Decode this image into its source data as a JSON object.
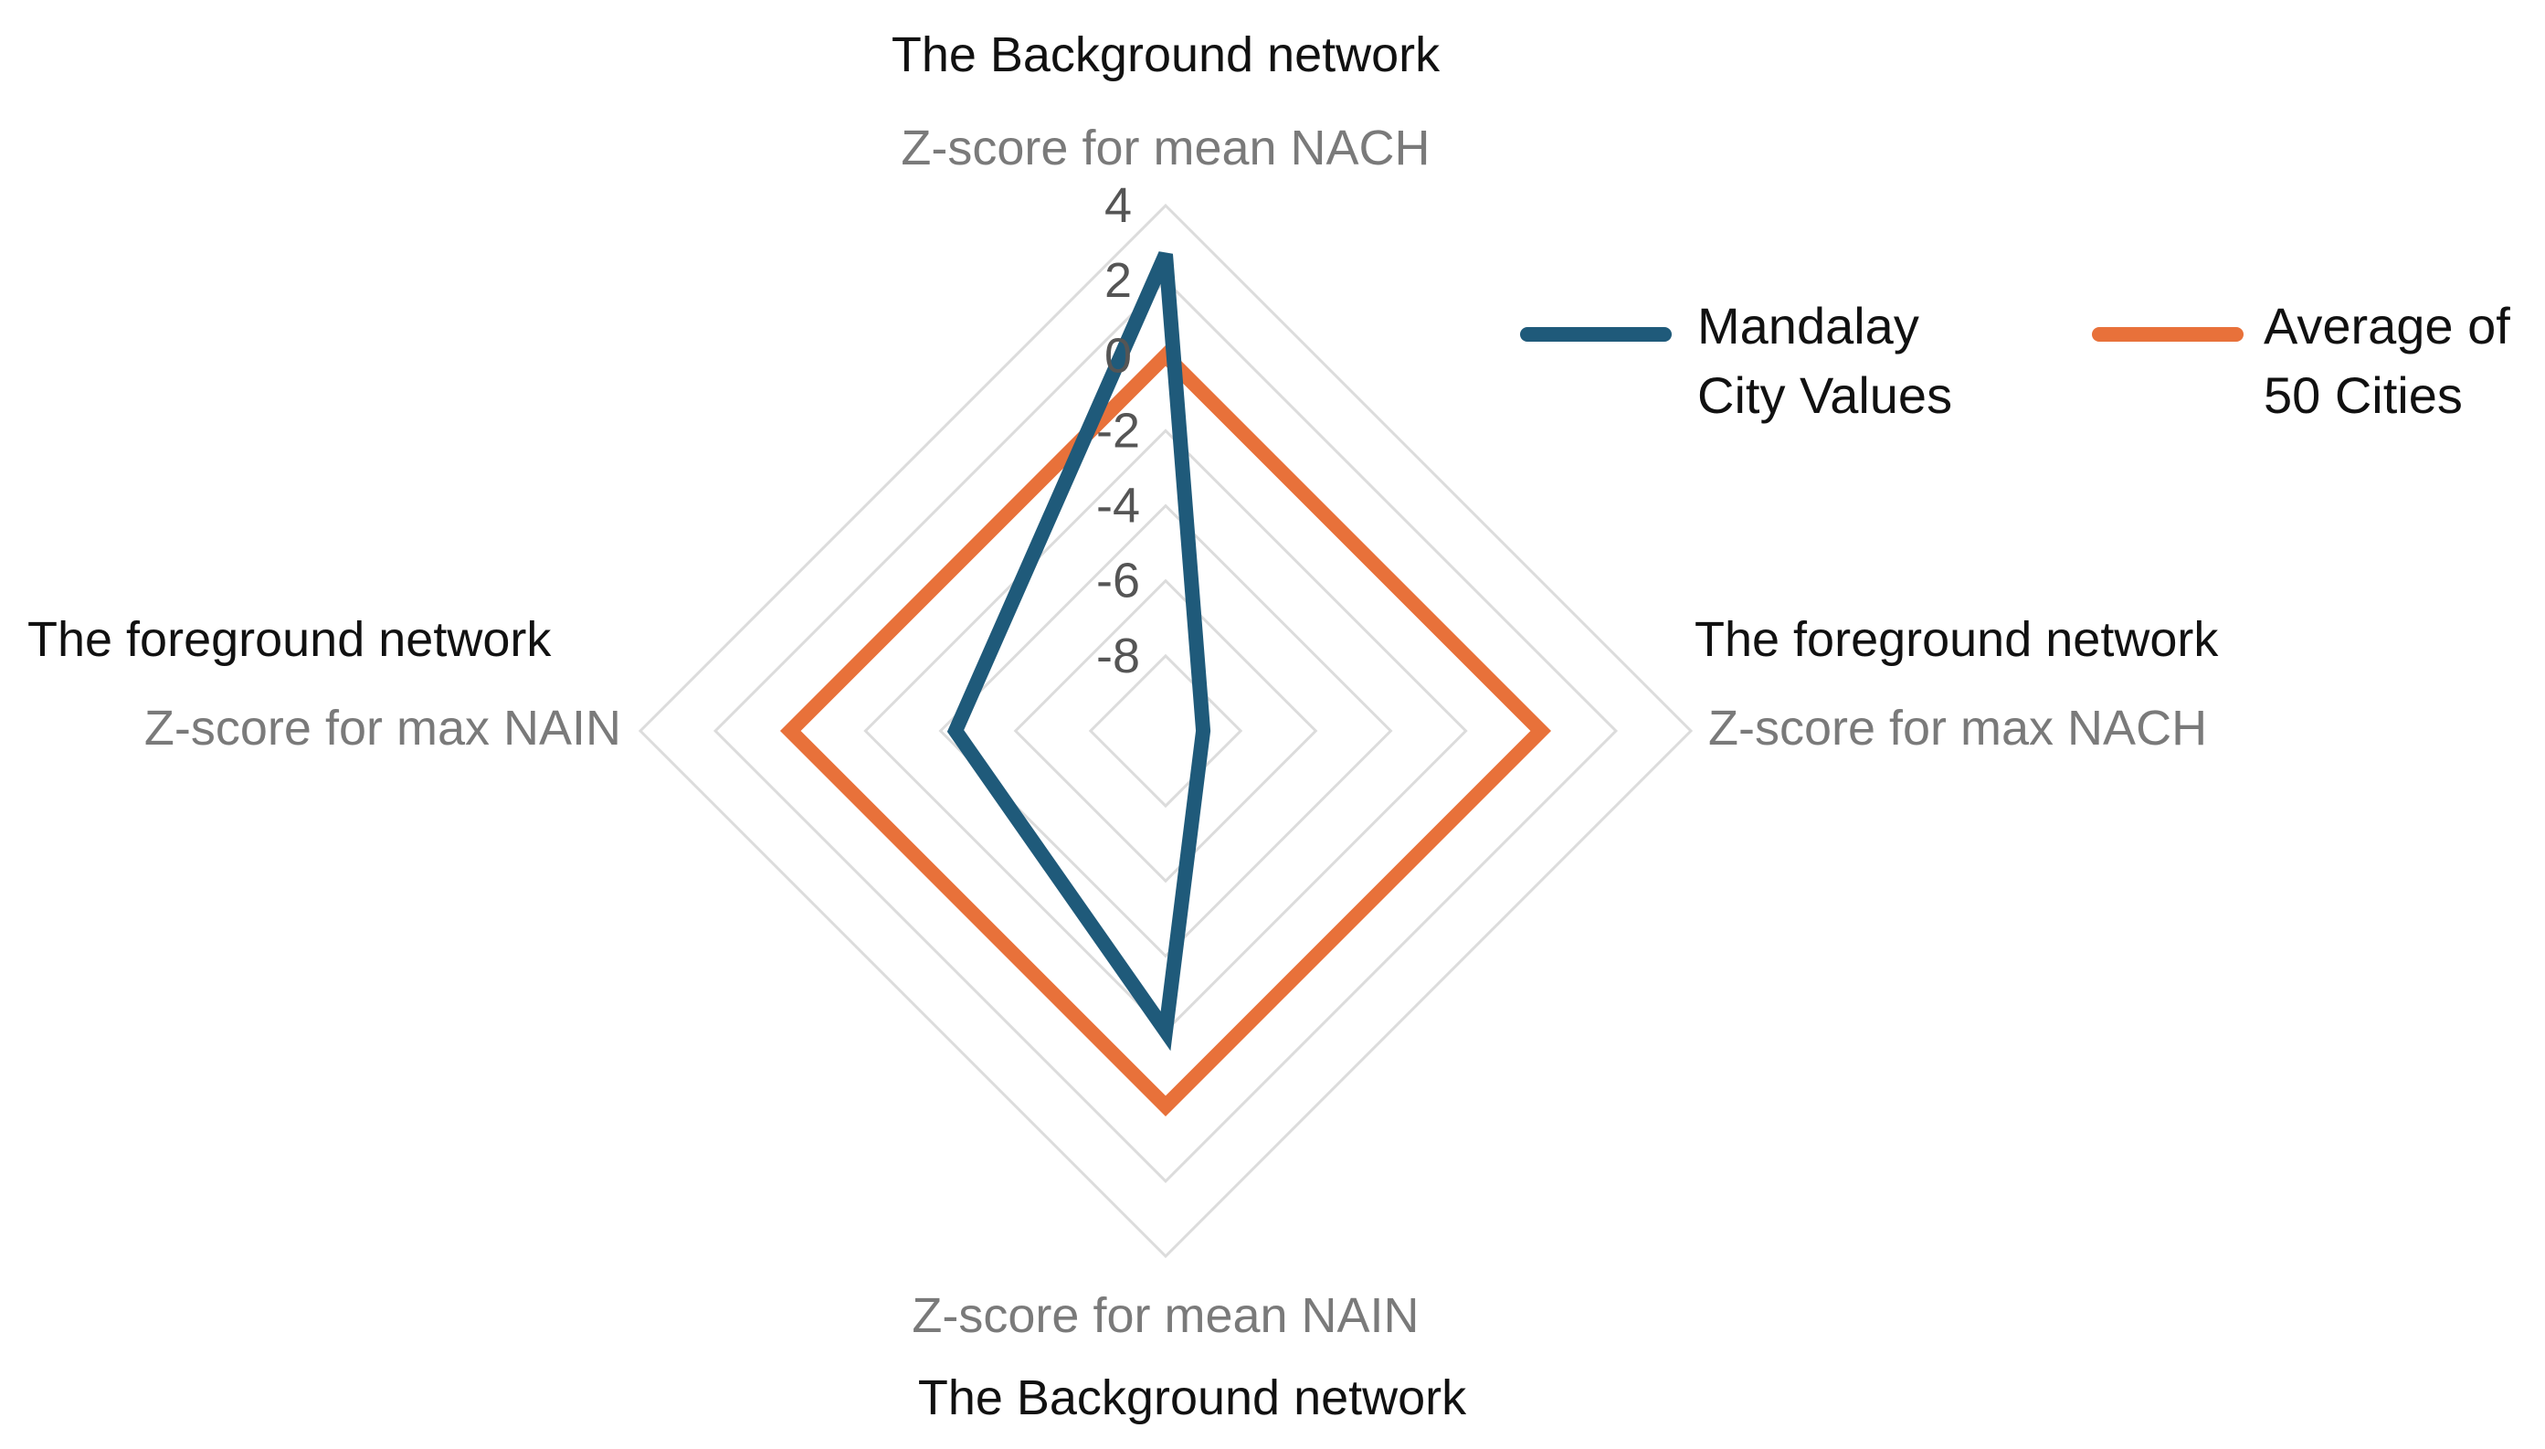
{
  "chart_data": {
    "type": "radar",
    "axes": [
      {
        "group": "The Background network",
        "name": "Z-score for mean NACH"
      },
      {
        "group": "The foreground network",
        "name": "Z-score for max NACH"
      },
      {
        "group": "The Background network",
        "name": "Z-score for mean NAIN"
      },
      {
        "group": "The foreground network",
        "name": "Z-score for max NAIN"
      }
    ],
    "rlim": [
      -10,
      4
    ],
    "ticks": [
      4,
      2,
      0,
      -2,
      -4,
      -6,
      -8
    ],
    "tick_labels": [
      "4",
      "2",
      "0",
      "-2",
      "-4",
      "-6",
      "-8"
    ],
    "grid": true,
    "legend_position": "top-right",
    "series": [
      {
        "name": "Mandalay City Values",
        "color": "#1f5a7a",
        "values": [
          2.7,
          -9.0,
          -2.0,
          -4.4
        ]
      },
      {
        "name": "Average of 50 Cities",
        "color": "#e8713a",
        "values": [
          0.0,
          0.0,
          0.0,
          0.0
        ]
      }
    ],
    "legend": [
      {
        "lines": [
          "Mandalay",
          "City Values"
        ],
        "color": "#1f5a7a"
      },
      {
        "lines": [
          "Average of",
          "50 Cities"
        ],
        "color": "#e8713a"
      }
    ]
  }
}
